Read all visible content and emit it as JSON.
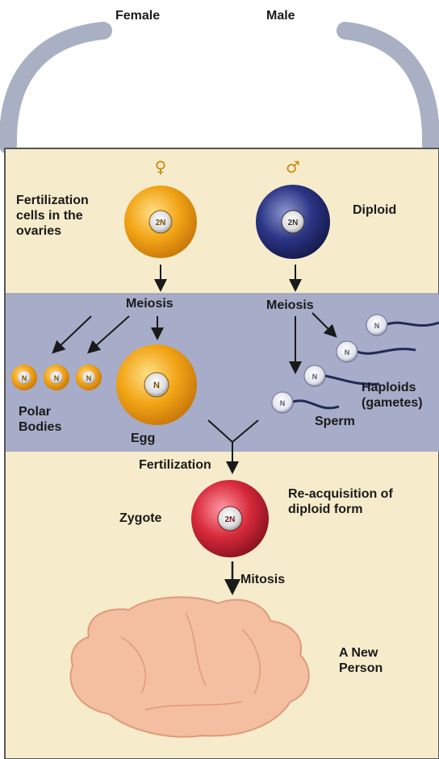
{
  "top": {
    "female": "Female",
    "male": "Male"
  },
  "symbols": {
    "female": "♀",
    "male": "♂"
  },
  "labels": {
    "fertilization_cells": "Fertilization\ncells in the\novaries",
    "diploid": "Diploid",
    "meiosis_female": "Meiosis",
    "meiosis_male": "Meiosis",
    "polar_bodies": "Polar\nBodies",
    "egg": "Egg",
    "haploids": "Haploids\n(gametes)",
    "sperm": "Sperm",
    "fertilization": "Fertilization",
    "reacquisition": "Re-acquisition of\ndiploid form",
    "zygote": "Zygote",
    "mitosis": "Mitosis",
    "new_person": "A New\nPerson"
  },
  "cell_marks": {
    "diploid": "2N",
    "haploid": "N"
  },
  "colors": {
    "panel_bg": "#f6eccb",
    "band_bg": "#a7acc8",
    "female_cell": "#f2a516",
    "male_cell": "#2b3585",
    "zygote": "#d82a3a",
    "person": "#f3bfa0",
    "arc": "#a9b0c4"
  }
}
